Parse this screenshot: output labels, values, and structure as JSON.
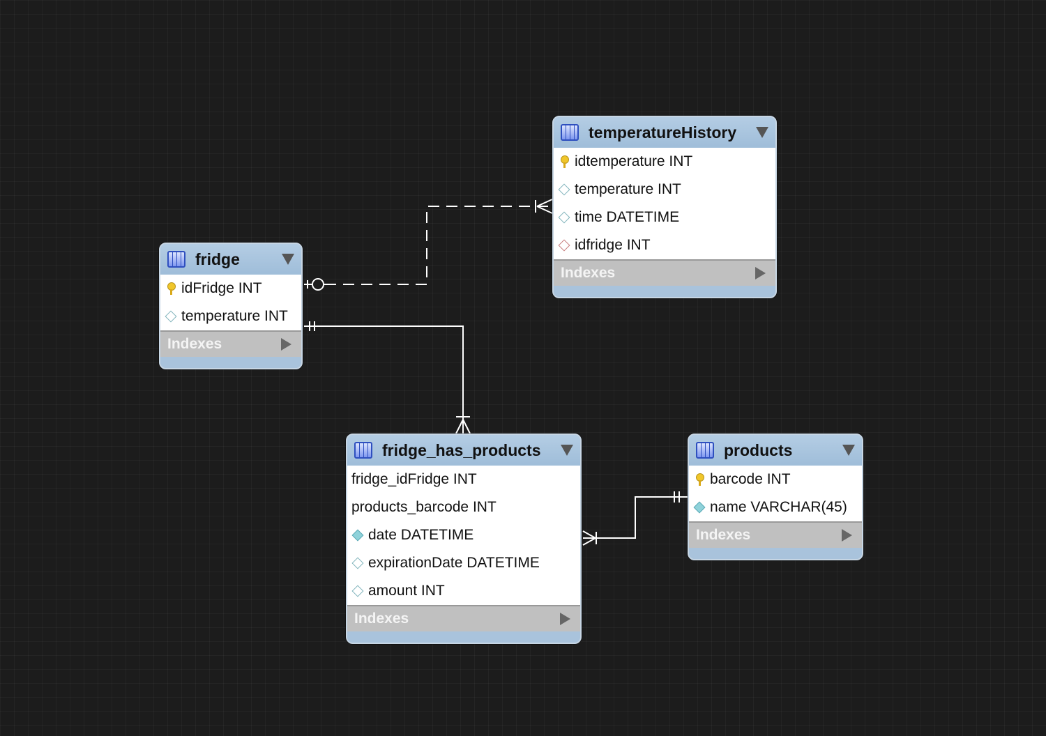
{
  "diagram": {
    "entities": [
      {
        "id": "temperatureHistory",
        "name": "temperatureHistory",
        "columns": [
          {
            "label": "idtemperature INT",
            "icon": "primary-key-icon"
          },
          {
            "label": "temperature INT",
            "icon": "column-diamond-icon"
          },
          {
            "label": "time DATETIME",
            "icon": "column-diamond-icon"
          },
          {
            "label": "idfridge INT",
            "icon": "foreign-key-diamond-icon"
          }
        ],
        "indexes_label": "Indexes"
      },
      {
        "id": "fridge",
        "name": "fridge",
        "columns": [
          {
            "label": "idFridge INT",
            "icon": "primary-key-icon"
          },
          {
            "label": "temperature INT",
            "icon": "column-diamond-icon"
          }
        ],
        "indexes_label": "Indexes"
      },
      {
        "id": "fridge_has_products",
        "name": "fridge_has_products",
        "columns": [
          {
            "label": "fridge_idFridge INT",
            "icon": "none"
          },
          {
            "label": "products_barcode INT",
            "icon": "none"
          },
          {
            "label": "date DATETIME",
            "icon": "not-null-diamond-icon"
          },
          {
            "label": "expirationDate DATETIME",
            "icon": "column-diamond-icon"
          },
          {
            "label": "amount INT",
            "icon": "column-diamond-icon"
          }
        ],
        "indexes_label": "Indexes"
      },
      {
        "id": "products",
        "name": "products",
        "columns": [
          {
            "label": "barcode INT",
            "icon": "primary-key-icon"
          },
          {
            "label": "name VARCHAR(45)",
            "icon": "not-null-diamond-icon"
          }
        ],
        "indexes_label": "Indexes"
      }
    ],
    "relationships": [
      {
        "from": "fridge",
        "to": "temperatureHistory",
        "from_cardinality": "zero-or-one",
        "to_cardinality": "one-or-many",
        "identifying": false
      },
      {
        "from": "fridge",
        "to": "fridge_has_products",
        "from_cardinality": "exactly-one",
        "to_cardinality": "one-or-many",
        "identifying": true
      },
      {
        "from": "products",
        "to": "fridge_has_products",
        "from_cardinality": "exactly-one",
        "to_cardinality": "one-or-many",
        "identifying": true
      }
    ],
    "colors": {
      "background": "#1c1c1c",
      "header": "#a9c3dc",
      "indexes_bar": "#c0c0c0",
      "connector": "#ffffff"
    }
  }
}
